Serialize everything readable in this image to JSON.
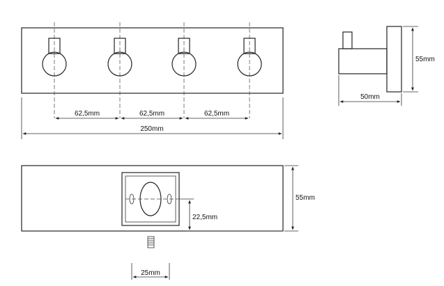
{
  "front_view": {
    "spacing_1": "62,5mm",
    "spacing_2": "62,5mm",
    "spacing_3": "62,5mm",
    "total_width": "250mm"
  },
  "side_view": {
    "height": "55mm",
    "depth": "50mm"
  },
  "back_view": {
    "height": "55mm",
    "offset": "22,5mm",
    "screw_width": "25mm"
  }
}
